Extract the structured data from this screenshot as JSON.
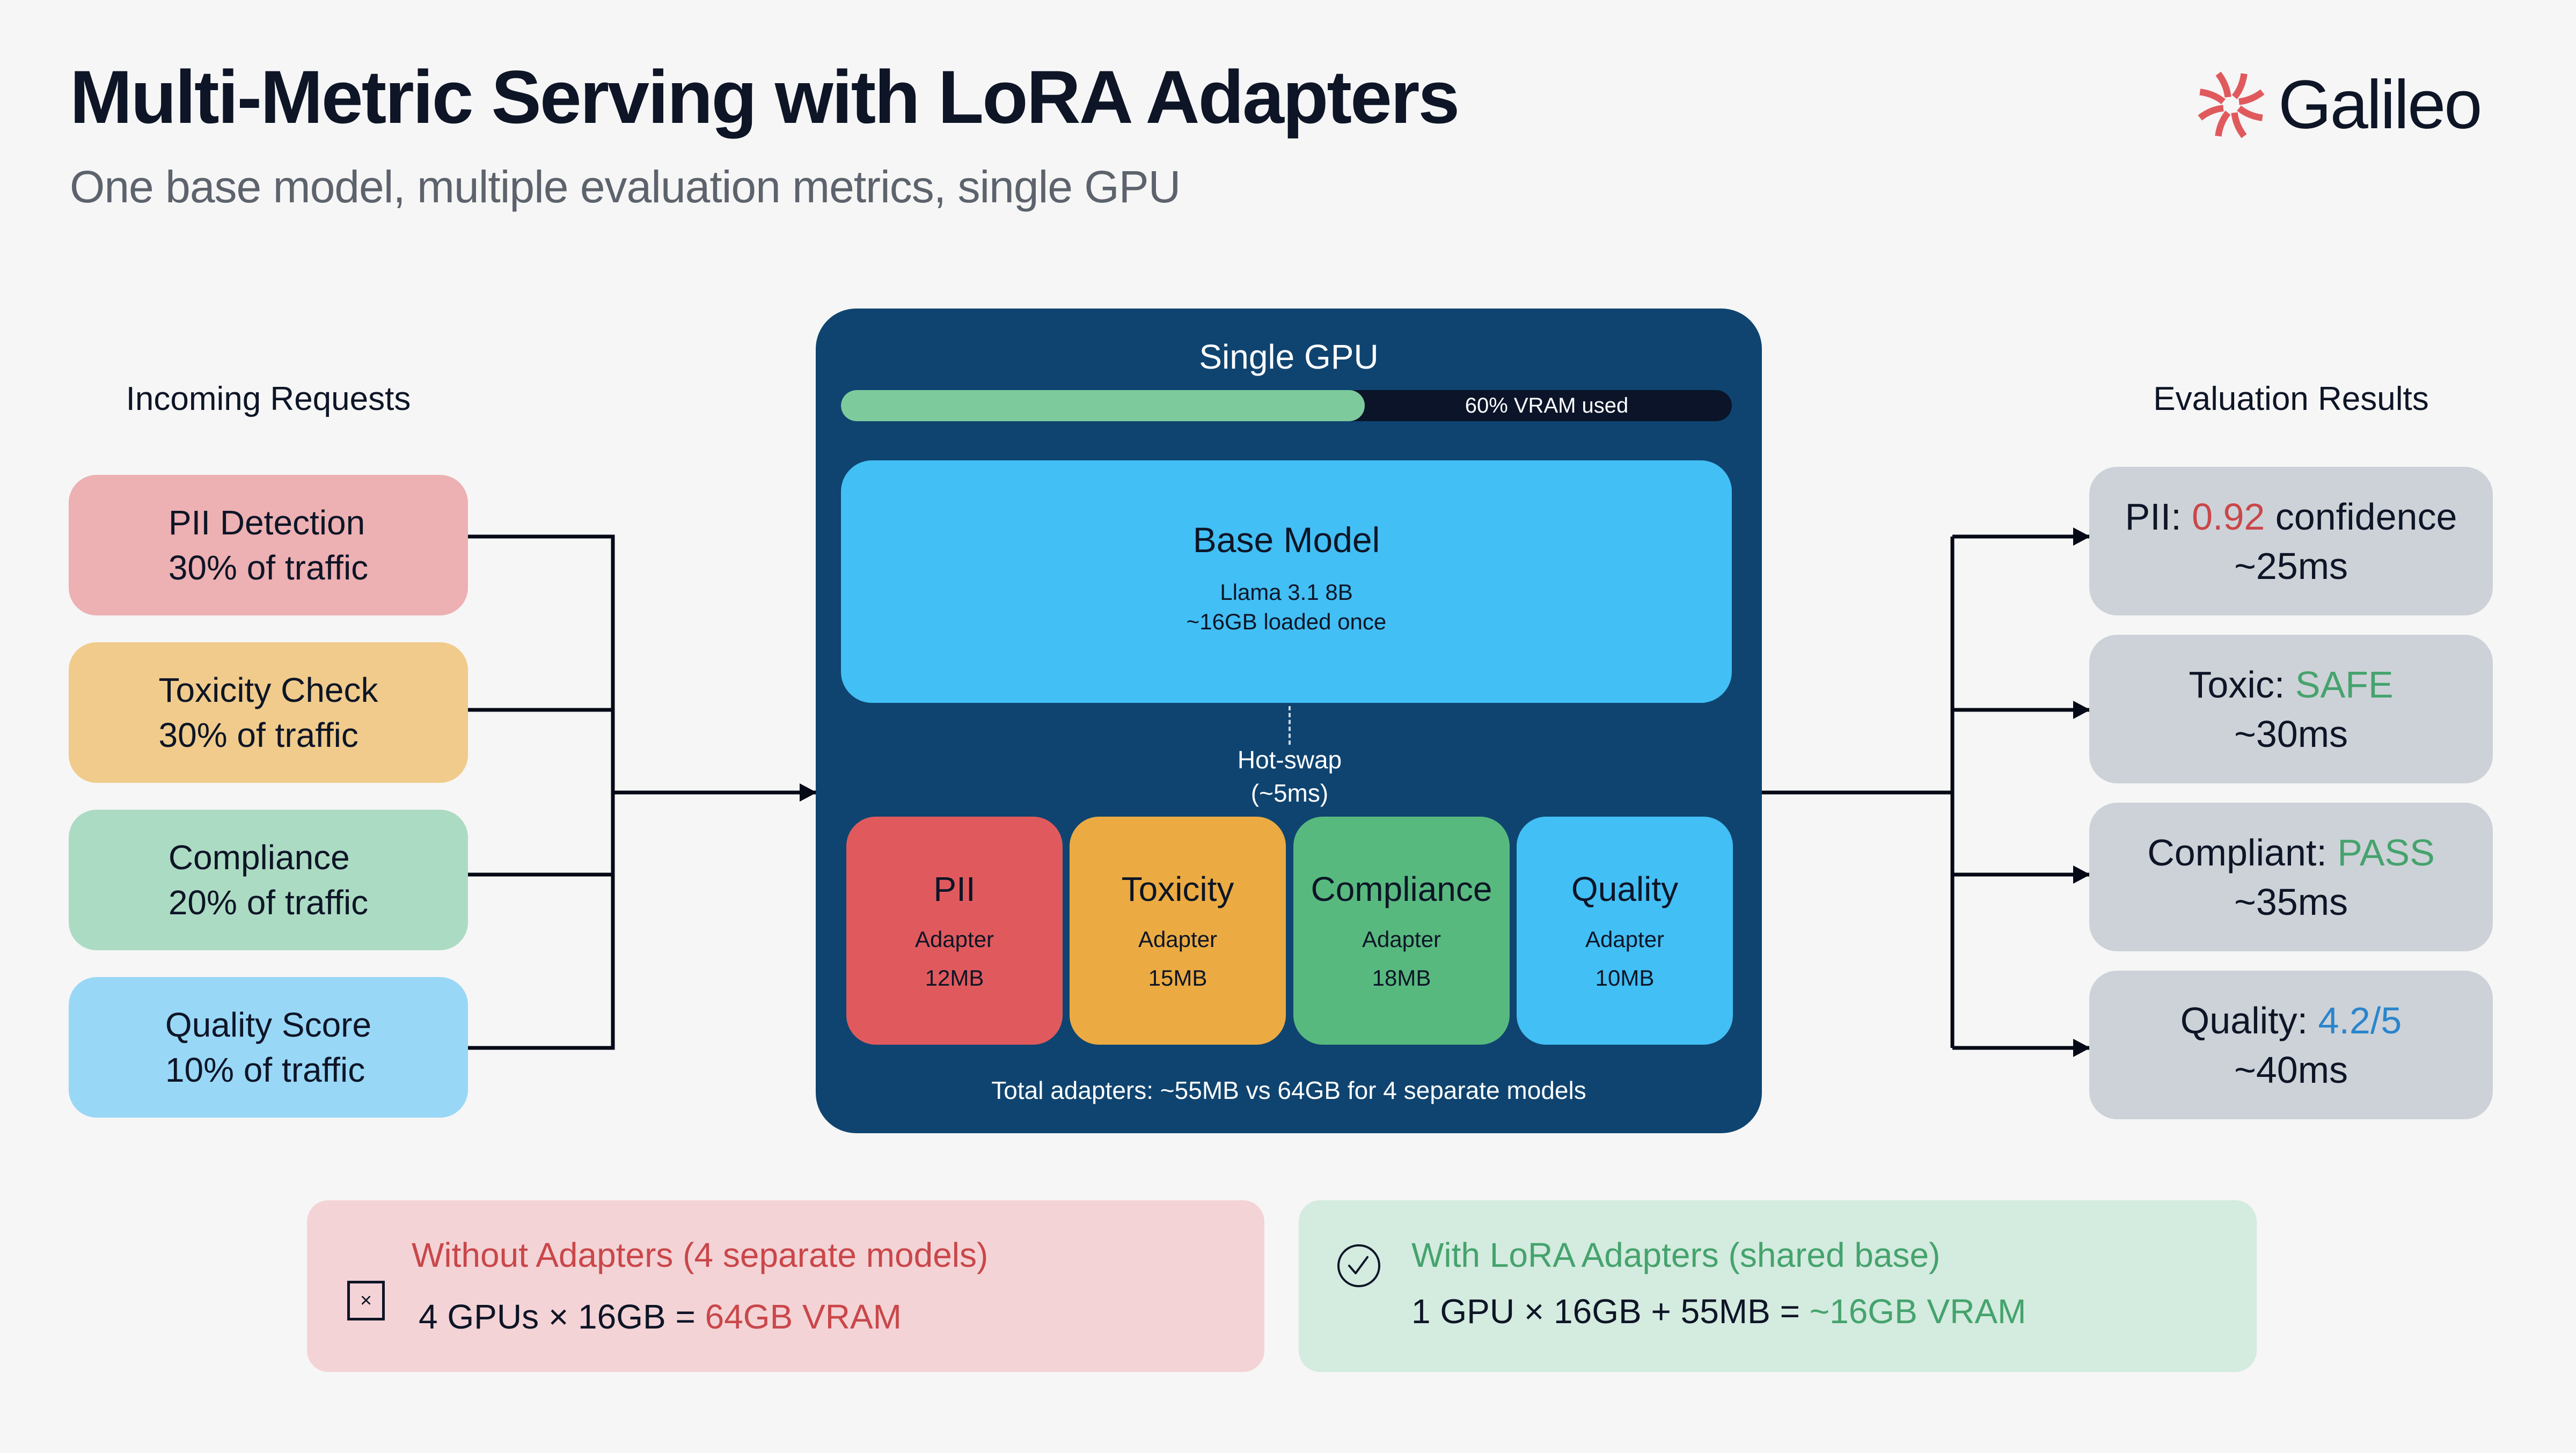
{
  "header": {
    "title": "Multi-Metric Serving with LoRA Adapters",
    "subtitle": "One base model, multiple evaluation metrics, single GPU",
    "logo_text": "Galileo",
    "logo_icon": "galileo-burst-icon",
    "logo_color": "#e05a5d"
  },
  "incoming": {
    "label": "Incoming Requests",
    "requests": [
      {
        "name": "PII Detection",
        "traffic": "30% of traffic",
        "color": "#edb0b3"
      },
      {
        "name": "Toxicity Check",
        "traffic": "30% of traffic",
        "color": "#f0cb8c"
      },
      {
        "name": "Compliance",
        "traffic": "20% of traffic",
        "color": "#acdbc3"
      },
      {
        "name": "Quality Score",
        "traffic": "10% of traffic",
        "color": "#99d7f6"
      }
    ]
  },
  "gpu": {
    "title": "Single GPU",
    "vram_used_fraction": 0.6,
    "vram_label": "60% VRAM used",
    "base_model": {
      "title": "Base Model",
      "model": "Llama 3.1 8B",
      "memory": "~16GB loaded once"
    },
    "hot_swap": {
      "line1": "Hot-swap",
      "line2": "(~5ms)"
    },
    "adapters": [
      {
        "name": "PII",
        "type": "Adapter",
        "size": "12MB",
        "color": "#e05a5d"
      },
      {
        "name": "Toxicity",
        "type": "Adapter",
        "size": "15MB",
        "color": "#ebab42"
      },
      {
        "name": "Compliance",
        "type": "Adapter",
        "size": "18MB",
        "color": "#58b97f"
      },
      {
        "name": "Quality",
        "type": "Adapter",
        "size": "10MB",
        "color": "#42bff5"
      }
    ],
    "total_note": "Total adapters: ~55MB vs 64GB for 4 separate models"
  },
  "results": {
    "label": "Evaluation Results",
    "items": [
      {
        "prefix": "PII: ",
        "value": "0.92",
        "suffix": " confidence",
        "value_color": "#c9474a",
        "latency": "~25ms"
      },
      {
        "prefix": "Toxic: ",
        "value": "SAFE",
        "suffix": "",
        "value_color": "#45a36d",
        "latency": "~30ms"
      },
      {
        "prefix": "Compliant: ",
        "value": "PASS",
        "suffix": "",
        "value_color": "#45a36d",
        "latency": "~35ms"
      },
      {
        "prefix": "Quality: ",
        "value": "4.2/5",
        "suffix": "",
        "value_color": "#2a85cc",
        "latency": "~40ms"
      }
    ]
  },
  "comparison": {
    "without": {
      "icon": "x-box-icon",
      "icon_glyph": "×",
      "title": "Without Adapters (4 separate models)",
      "formula_prefix": "4 GPUs × 16GB = ",
      "formula_result": "64GB VRAM",
      "accent": "#c9474a"
    },
    "with": {
      "icon": "check-circle-icon",
      "title": "With LoRA Adapters (shared base)",
      "formula_prefix": "1 GPU × 16GB + 55MB = ",
      "formula_result": "~16GB VRAM",
      "accent": "#45a36d"
    }
  }
}
